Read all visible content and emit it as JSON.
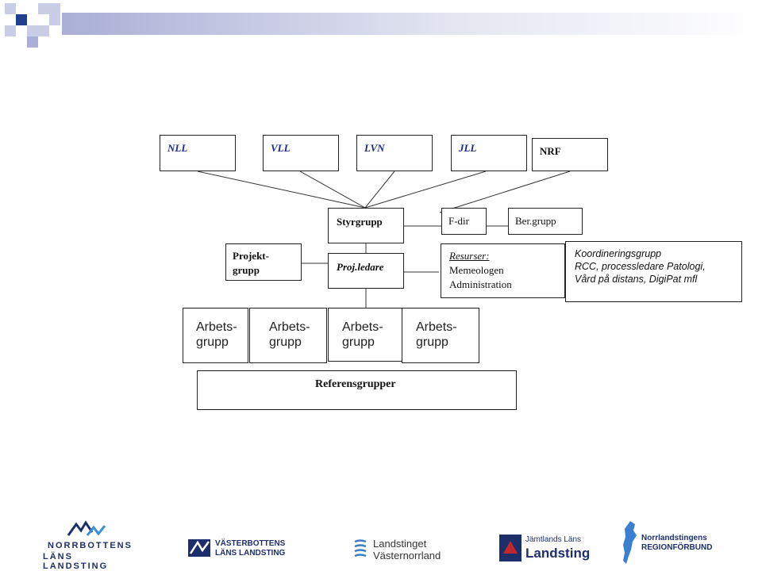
{
  "diagram": {
    "top_row": [
      "NLL",
      "VLL",
      "LVN",
      "JLL",
      "NRF"
    ],
    "styrgrupp": "Styrgrupp",
    "fdir": "F-dir",
    "bergrupp": "Ber.grupp",
    "projektgrupp_line1": "Projekt-",
    "projektgrupp_line2": "grupp",
    "projledare": "Proj.ledare",
    "resurser_title": "Resurser:",
    "resurser_items": [
      "Memeologen",
      "Administration"
    ],
    "koordinering_lines": [
      "Koordineringsgrupp",
      "RCC, processledare Patologi,",
      "Vård på distans, DigiPat mfl"
    ],
    "arbetsgrupp_line1": "Arbets-",
    "arbetsgrupp_line2": "grupp",
    "referensgrupper": "Referensgrupper"
  },
  "logos": {
    "norrbotten_line1": "NORRBOTTENS",
    "norrbotten_line2": "LÄNS LANDSTING",
    "vasterbotten_line1": "VÄSTERBOTTENS",
    "vasterbotten_line2": "LÄNS LANDSTING",
    "vasternorrland_line1": "Landstinget",
    "vasternorrland_line2": "Västernorrland",
    "jamtland_line1": "Jämtlands Läns",
    "jamtland_line2": "Landsting",
    "nrf_line1": "Norrlandstingens",
    "nrf_line2": "REGIONFÖRBUND"
  },
  "colors": {
    "header_blue": "#1f3f8f",
    "header_light": "#c9cde6",
    "logo_blue": "#1d2f6b"
  }
}
